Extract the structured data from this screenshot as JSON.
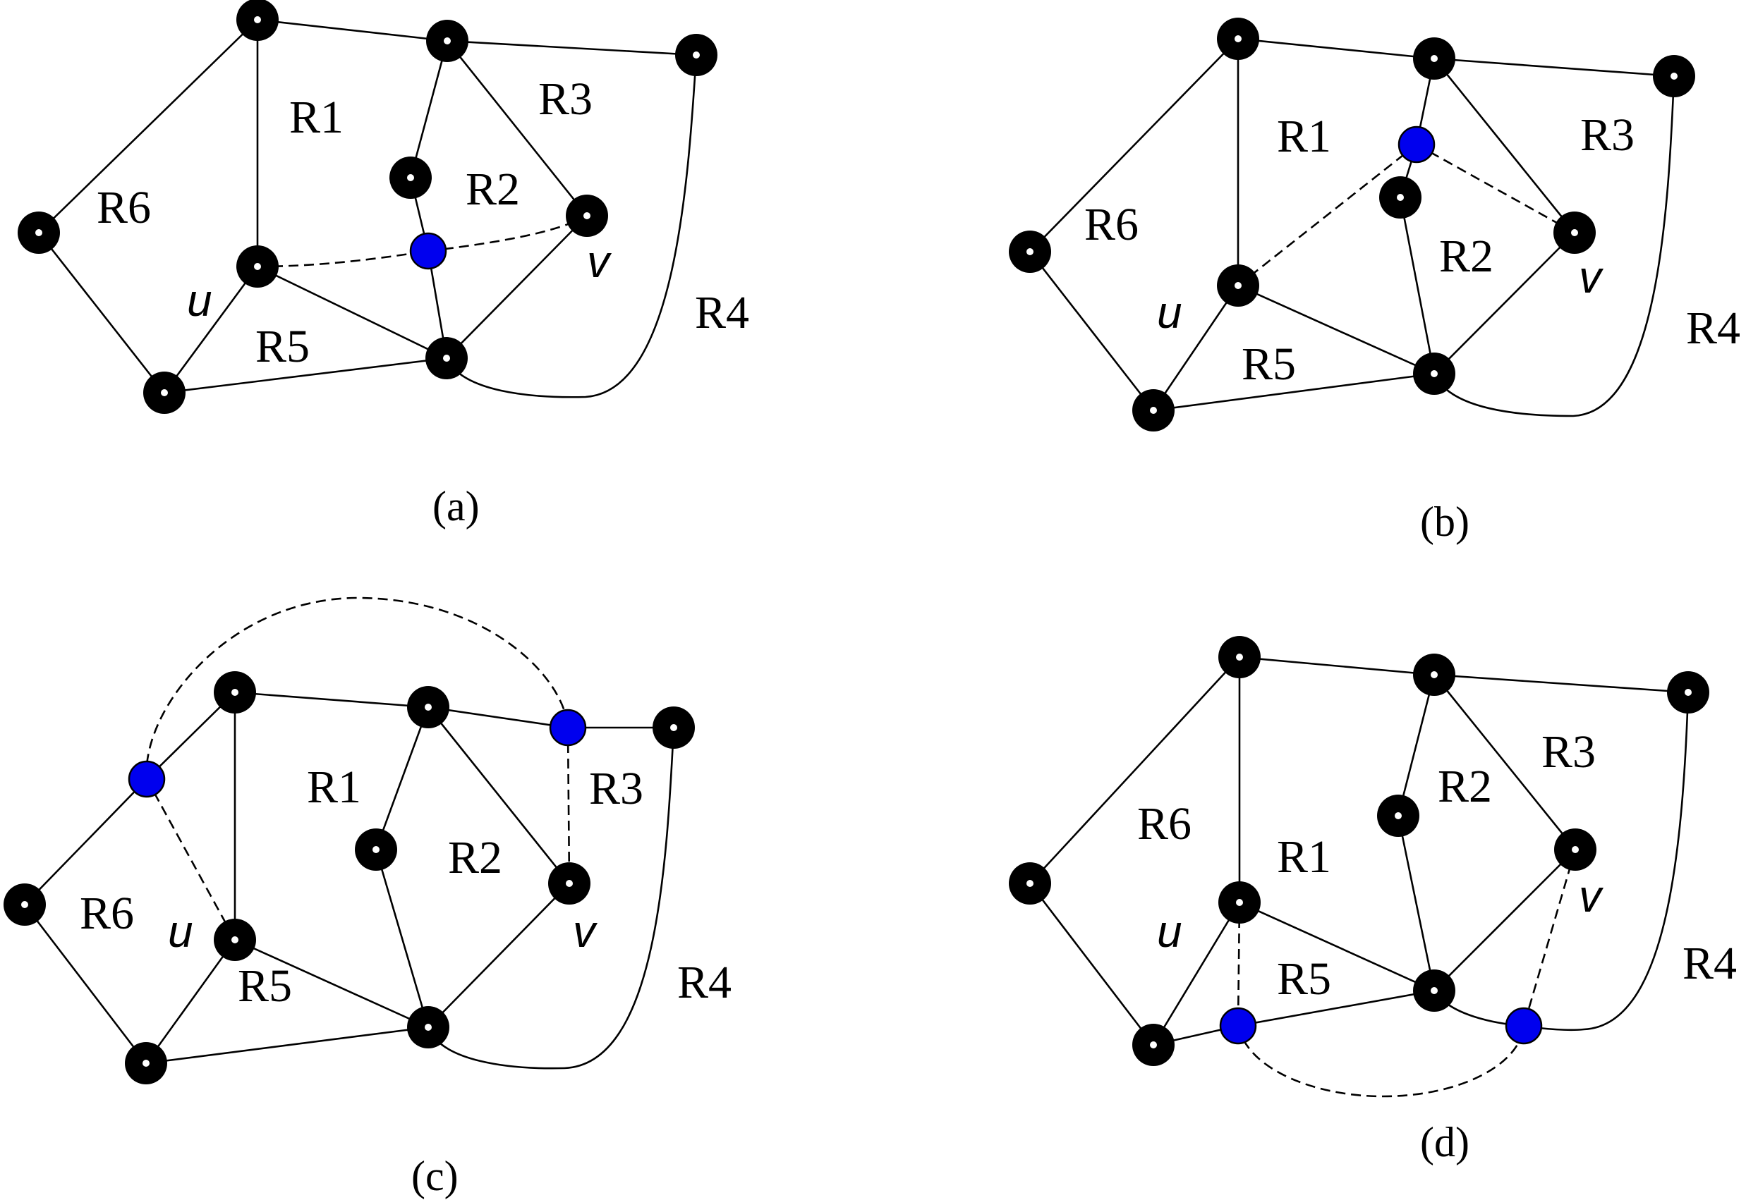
{
  "colors": {
    "inserted_vertex": "#0000ee",
    "vertex": "#000000",
    "edge": "#000000"
  },
  "panels": [
    {
      "caption": "(a)",
      "regions": [
        "R1",
        "R2",
        "R3",
        "R4",
        "R5",
        "R6"
      ],
      "vertex_labels": [
        "u",
        "v"
      ],
      "inserted_vertices": 1
    },
    {
      "caption": "(b)",
      "regions": [
        "R1",
        "R2",
        "R3",
        "R4",
        "R5",
        "R6"
      ],
      "vertex_labels": [
        "u",
        "v"
      ],
      "inserted_vertices": 1
    },
    {
      "caption": "(c)",
      "regions": [
        "R1",
        "R2",
        "R3",
        "R4",
        "R5",
        "R6"
      ],
      "vertex_labels": [
        "u",
        "v"
      ],
      "inserted_vertices": 2
    },
    {
      "caption": "(d)",
      "regions": [
        "R1",
        "R2",
        "R3",
        "R4",
        "R5",
        "R6"
      ],
      "vertex_labels": [
        "u",
        "v"
      ],
      "inserted_vertices": 2
    }
  ]
}
